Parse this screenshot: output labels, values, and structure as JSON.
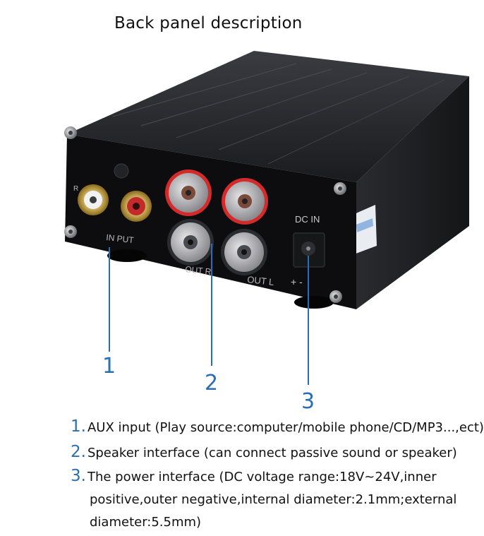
{
  "title": "Back panel description",
  "photo": {
    "panel_labels": {
      "r": "R",
      "input": "IN PUT",
      "out_r": "OUT R",
      "out_l": "OUT L",
      "dc_in": "DC IN",
      "polarity": "+ -"
    },
    "callouts": [
      "1",
      "2",
      "3"
    ],
    "colors": {
      "callout_line": "#2a6fb6",
      "case": "#1b1c1f",
      "panel": "#0d0d0f",
      "rca_gold": "#c9a13a",
      "binding_red": "#d42a2a"
    }
  },
  "descriptions": [
    {
      "num": "1.",
      "text": "AUX input (Play source:computer/mobile phone/CD/MP3...,ect)"
    },
    {
      "num": "2.",
      "text": "Speaker interface (can connect passive sound or speaker)"
    },
    {
      "num": "3.",
      "text": "The power interface (DC voltage range:18V~24V,inner",
      "cont": [
        "positive,outer negative,internal diameter:2.1mm;external",
        "diameter:5.5mm)"
      ]
    }
  ]
}
